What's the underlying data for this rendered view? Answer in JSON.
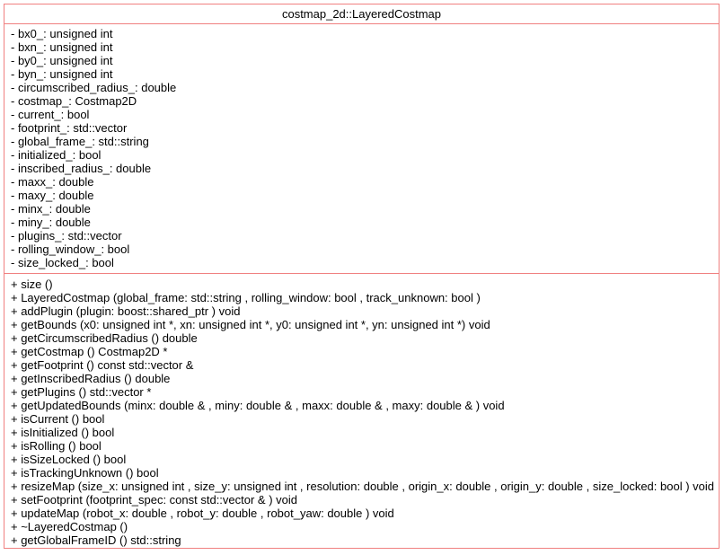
{
  "class_box": {
    "title": "costmap_2d::LayeredCostmap",
    "border_color": "#f08080",
    "attributes": [
      "- bx0_: unsigned int",
      "- bxn_: unsigned int",
      "- by0_: unsigned int",
      "- byn_: unsigned int",
      "- circumscribed_radius_: double",
      "- costmap_: Costmap2D",
      "- current_: bool",
      "- footprint_: std::vector",
      "- global_frame_: std::string",
      "- initialized_: bool",
      "- inscribed_radius_: double",
      "- maxx_: double",
      "- maxy_: double",
      "- minx_: double",
      "- miny_: double",
      "- plugins_: std::vector",
      "- rolling_window_: bool",
      "- size_locked_: bool"
    ],
    "methods": [
      "+ size ()",
      "+ LayeredCostmap (global_frame: std::string , rolling_window: bool , track_unknown: bool )",
      "+ addPlugin (plugin: boost::shared_ptr ) void",
      "+ getBounds (x0: unsigned int *, xn: unsigned int *, y0: unsigned int *, yn: unsigned int *) void",
      "+ getCircumscribedRadius () double",
      "+ getCostmap () Costmap2D *",
      "+ getFootprint () const std::vector &",
      "+ getInscribedRadius () double",
      "+ getPlugins () std::vector *",
      "+ getUpdatedBounds (minx: double & , miny: double & , maxx: double & , maxy: double & ) void",
      "+ isCurrent () bool",
      "+ isInitialized () bool",
      "+ isRolling () bool",
      "+ isSizeLocked () bool",
      "+ isTrackingUnknown () bool",
      "+ resizeMap (size_x: unsigned int , size_y: unsigned int , resolution: double , origin_x: double , origin_y: double , size_locked: bool ) void",
      "+ setFootprint (footprint_spec: const std::vector & ) void",
      "+ updateMap (robot_x: double , robot_y: double , robot_yaw: double ) void",
      "+ ~LayeredCostmap ()",
      "+ getGlobalFrameID () std::string"
    ]
  }
}
